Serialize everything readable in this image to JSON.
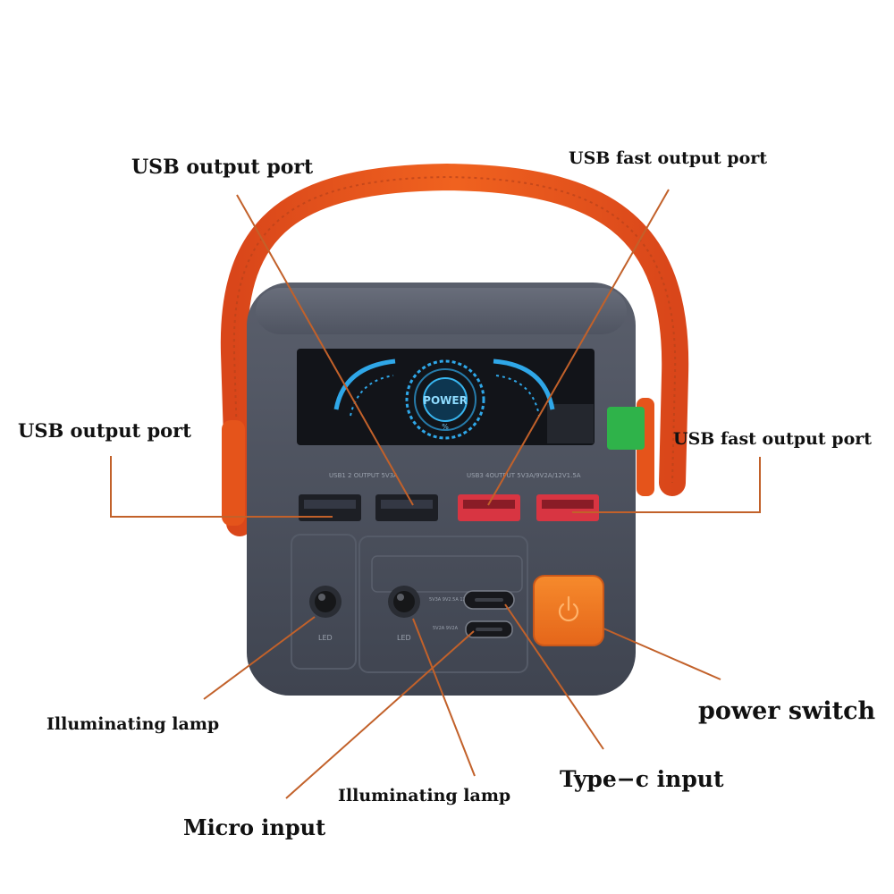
{
  "labels": {
    "usb_output_port_top": "USB output port",
    "usb_fast_output_port_top": "USB fast output port",
    "usb_output_port_left": "USB output port",
    "usb_fast_output_port_right": "USB fast output port",
    "illuminating_lamp_left": "Illuminating lamp",
    "illuminating_lamp_bottom": "Illuminating lamp",
    "micro_input": "Micro input",
    "type_c_input": "Type−c input",
    "power_switch": "power switch"
  },
  "device": {
    "display_center_text": "POWER",
    "display_unit": "%",
    "usb_group_1_caption": "USB1 2 OUTPUT 5V3A",
    "usb_group_2_caption": "USB3 4OUTPUT 5V3A/9V2A/12V1.5A",
    "led_caption": "LED",
    "typec_spec_text": "5V3A 9V2.5A 12V1.5A",
    "micro_spec_text": "5V2A 9V2A"
  },
  "colors": {
    "strap": "#e5541b",
    "body": "#4a4f5c",
    "screen": "#121419",
    "gauge": "#2fa7e8",
    "fast_port": "#d83542",
    "power_button": "#f07a1e",
    "leader_line": "#c2612a",
    "green_tab": "#2fb34a"
  },
  "icons": {
    "power_button_symbol": "power-icon"
  }
}
